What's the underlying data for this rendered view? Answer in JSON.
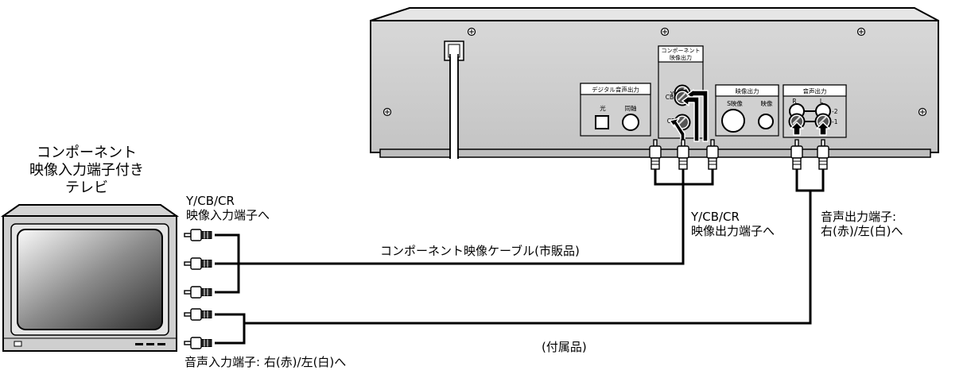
{
  "tv": {
    "title_lines": [
      "コンポーネント",
      "映像入力端子付き",
      "テレビ"
    ]
  },
  "labels": {
    "tv_video_in_line1": "Y/CB/CR",
    "tv_video_in_line2": "映像入力端子へ",
    "player_video_out_line1": "Y/CB/CR",
    "player_video_out_line2": "映像出力端子へ",
    "player_audio_out_line1": "音声出力端子:",
    "player_audio_out_line2": "右(赤)/左(白)へ",
    "component_cable": "コンポーネント映像ケーブル(市販品)",
    "included_cable": "(付属品)",
    "tv_audio_in": "音声入力端子: 右(赤)/左(白)へ"
  },
  "player_panel": {
    "digital_audio_out": "デジタル音声出力",
    "optical": "光",
    "coaxial": "同軸",
    "component_out_line1": "コンポーネント",
    "component_out_line2": "映像出力",
    "jack_y": "Y",
    "jack_cb": "CB",
    "jack_cr": "CR",
    "video_out": "映像出力",
    "s_video": "S映像",
    "video": "映像",
    "audio_out": "音声出力",
    "audio_r": "R",
    "audio_l": "L",
    "audio_2": "-2",
    "audio_1": "-1"
  }
}
